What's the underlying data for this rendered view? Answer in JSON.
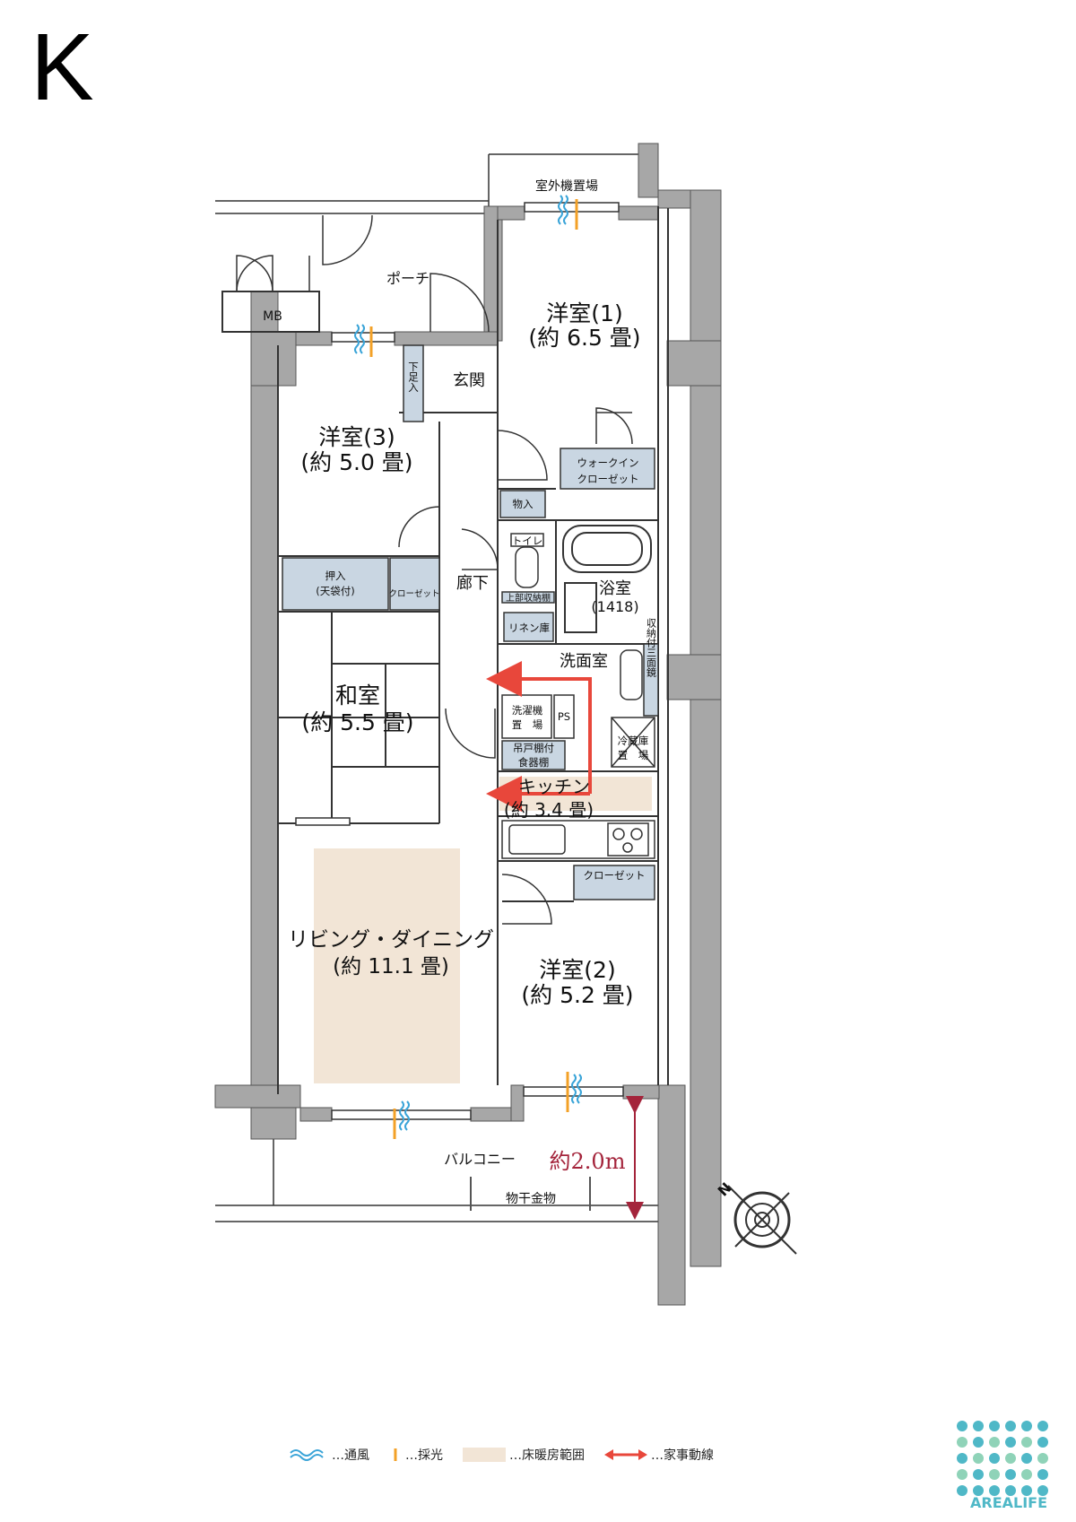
{
  "plan_type": "K",
  "rooms": {
    "porch": "ポーチ",
    "outdoor_unit": "室外機置場",
    "mb": "MB",
    "western1_name": "洋室(1)",
    "western1_size": "(約 6.5 畳)",
    "entrance": "玄関",
    "shoe_box": "下足入",
    "western3_name": "洋室(3)",
    "western3_size": "(約 5.0 畳)",
    "walkin_line1": "ウォークイン",
    "walkin_line2": "クローゼット",
    "storage": "物入",
    "toilet": "トイレ",
    "toilet_shelf": "上部収納棚",
    "hallway": "廊下",
    "bath_name": "浴室",
    "bath_size": "(1418)",
    "linen": "リネン庫",
    "oshiire_line1": "押入",
    "oshiire_line2": "(天袋付)",
    "closet_japanese": "クローゼット",
    "washroom": "洗面室",
    "vanity": "収納付三面鏡",
    "japanese_name": "和室",
    "japanese_size": "(約 5.5 畳)",
    "washer_line1": "洗濯機",
    "washer_line2": "置　場",
    "ps": "PS",
    "fridge_line1": "冷蔵庫",
    "fridge_line2": "置　場",
    "cupboard_line1": "吊戸棚付",
    "cupboard_line2": "食器棚",
    "kitchen_name": "キッチン",
    "kitchen_size": "(約 3.4 畳)",
    "closet2": "クローゼット",
    "living_name": "リビング・ダイニング",
    "living_size": "(約 11.1 畳)",
    "western2_name": "洋室(2)",
    "western2_size": "(約 5.2 畳)",
    "balcony": "バルコニー",
    "balcony_depth": "約2.0m",
    "clothes_rack": "物干金物"
  },
  "compass": {
    "label": "N"
  },
  "legend": {
    "ventilation": "…通風",
    "lighting": "…採光",
    "floor_heating": "…床暖房範囲",
    "housework": "…家事動線"
  },
  "colors": {
    "wall": "#a7a7a7",
    "storage_fill": "#c9d6e2",
    "floor_heating": "#f2e5d6",
    "housework_arrow": "#e8473b",
    "ventilation": "#3aa4d8",
    "lighting": "#f3a127",
    "dimension": "#a4243b",
    "logo": "#4fb8c7"
  },
  "logo": {
    "text": "AREALIFE"
  }
}
